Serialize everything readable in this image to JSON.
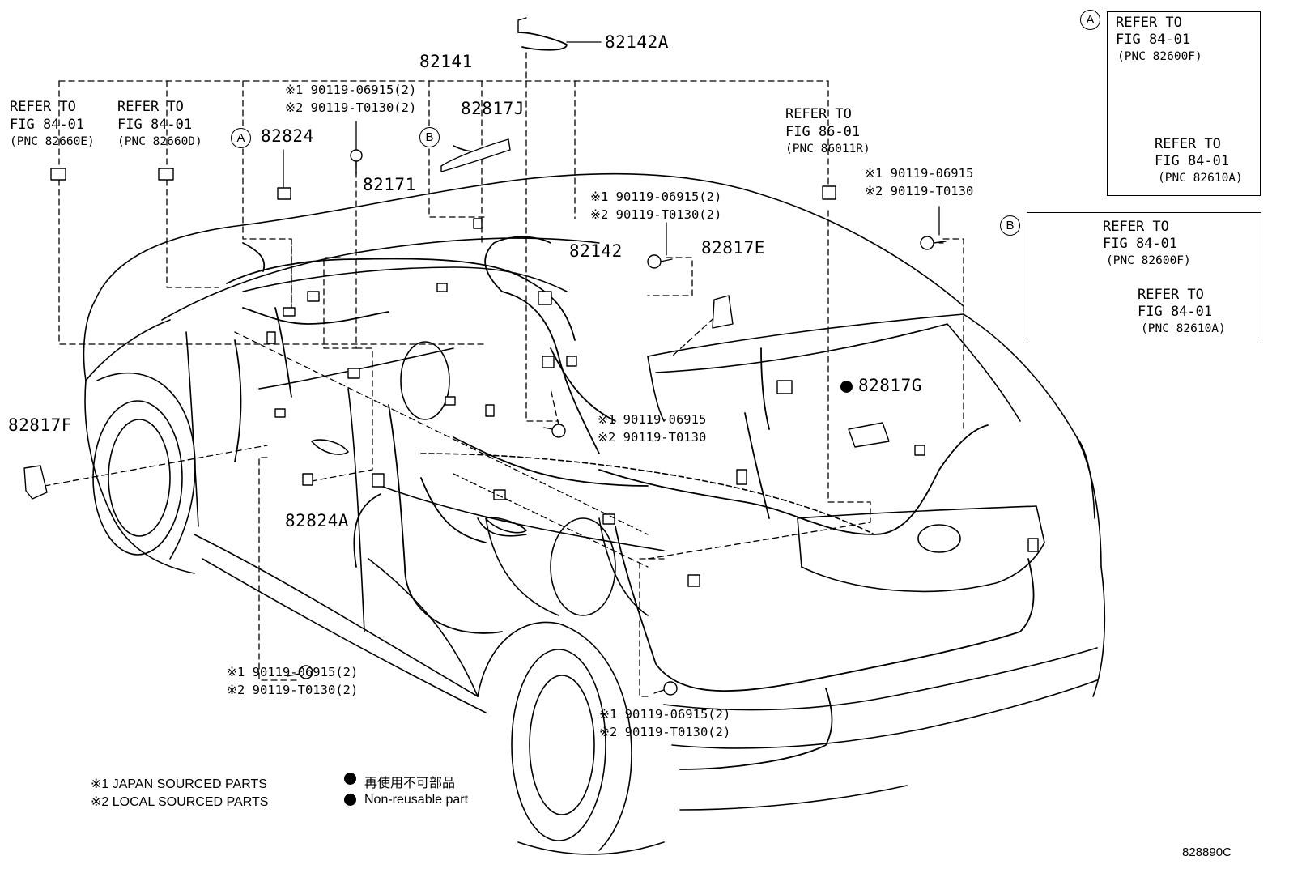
{
  "parts": {
    "p82142A": "82142A",
    "p82141": "82141",
    "p82824": "82824",
    "p82817J": "82817J",
    "p82171": "82171",
    "p82142": "82142",
    "p82817E": "82817E",
    "p82817G": "82817G",
    "p82817F": "82817F",
    "p82824A": "82824A"
  },
  "refs": {
    "r1": {
      "l1": "REFER TO",
      "l2": "FIG 84-01",
      "l3": "(PNC 82660E)"
    },
    "r2": {
      "l1": "REFER TO",
      "l2": "FIG 84-01",
      "l3": "(PNC 82660D)"
    },
    "r3": {
      "l1": "REFER TO",
      "l2": "FIG 86-01",
      "l3": "(PNC 86011R)"
    }
  },
  "fasteners": {
    "top_center": {
      "l1": "※1 90119-06915(2)",
      "l2": "※2 90119-T0130(2)"
    },
    "mid_center": {
      "l1": "※1 90119-06915(2)",
      "l2": "※2 90119-T0130(2)"
    },
    "right_top": {
      "l1": "※1 90119-06915",
      "l2": "※2 90119-T0130"
    },
    "mid_lower": {
      "l1": "※1 90119-06915",
      "l2": "※2 90119-T0130"
    },
    "bottom_left": {
      "l1": "※1 90119-06915(2)",
      "l2": "※2 90119-T0130(2)"
    },
    "bottom_right": {
      "l1": "※1 90119-06915(2)",
      "l2": "※2 90119-T0130(2)"
    }
  },
  "callouts": {
    "a": "A",
    "b": "B"
  },
  "inset_a": {
    "label": "A",
    "ref1": {
      "l1": "REFER TO",
      "l2": "FIG 84-01",
      "l3": "(PNC 82600F)"
    },
    "ref2": {
      "l1": "REFER TO",
      "l2": "FIG 84-01",
      "l3": "(PNC 82610A)"
    }
  },
  "inset_b": {
    "label": "B",
    "ref1": {
      "l1": "REFER TO",
      "l2": "FIG 84-01",
      "l3": "(PNC 82600F)"
    },
    "ref2": {
      "l1": "REFER TO",
      "l2": "FIG 84-01",
      "l3": "(PNC 82610A)"
    }
  },
  "legend": {
    "japan": "※1 JAPAN SOURCED PARTS",
    "local": "※2 LOCAL SOURCED PARTS",
    "jp_nonreuse": "再使用不可部品",
    "nonreuse": "Non-reusable part"
  },
  "figure_code": "828890C"
}
